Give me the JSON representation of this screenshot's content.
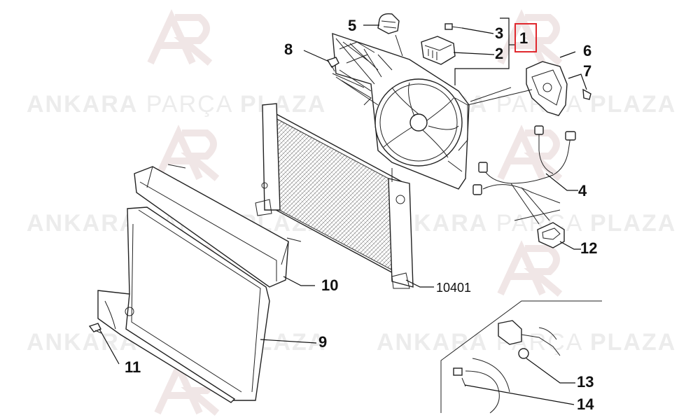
{
  "watermark": {
    "brand_part1": "ANKARA",
    "brand_part2": "PARÇA",
    "brand_part3": "PLAZA"
  },
  "callouts": {
    "c1": "1",
    "c2": "2",
    "c3": "3",
    "c4": "4",
    "c5": "5",
    "c6": "6",
    "c7": "7",
    "c8": "8",
    "c9": "9",
    "c10": "10",
    "c11": "11",
    "c12": "12",
    "c13": "13",
    "c14": "14",
    "c10401": "10401"
  },
  "colors": {
    "highlight_box": "#e0282e",
    "watermark": "#ececec",
    "line": "#222222"
  }
}
